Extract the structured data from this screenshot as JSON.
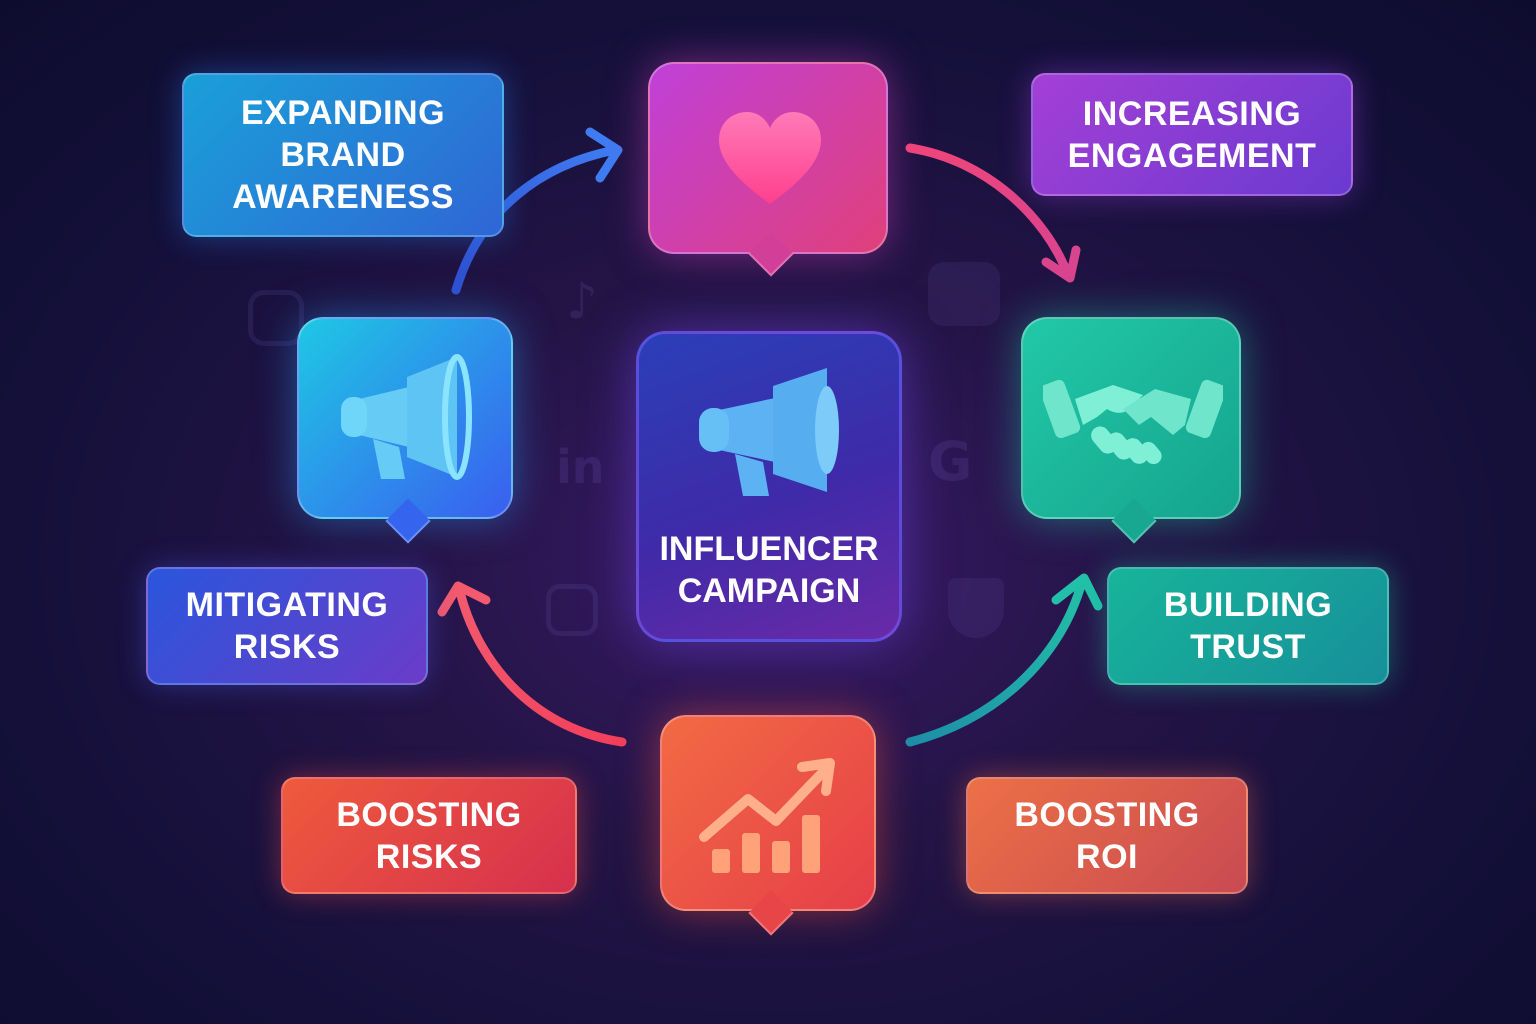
{
  "center": {
    "title_line1": "INFLUENCER",
    "title_line2": "CAMPAIGN",
    "icon": "megaphone-icon"
  },
  "labels": {
    "expanding": [
      "EXPANDING",
      "BRAND",
      "AWARENESS"
    ],
    "increasing": [
      "INCREASING",
      "ENGAGEMENT"
    ],
    "mitigating": [
      "MITIGATING",
      "RISKS"
    ],
    "building": [
      "BUILDING",
      "TRUST"
    ],
    "boosting_risks": [
      "BOOSTING",
      "RISKS"
    ],
    "boosting_roi": [
      "BOOSTING",
      "ROI"
    ]
  },
  "nodes": {
    "top": {
      "icon": "heart-icon",
      "color": "#c03cc8"
    },
    "left": {
      "icon": "megaphone-icon",
      "color": "#2f7cf0"
    },
    "right": {
      "icon": "handshake-icon",
      "color": "#19b39a"
    },
    "bottom": {
      "icon": "growth-chart-icon",
      "color": "#ef4d3a"
    }
  },
  "colors": {
    "background": "#14103a",
    "arrow_blue": "#3b6fe8",
    "arrow_pink": "#f0457a",
    "arrow_red": "#f23f5c",
    "arrow_teal": "#20b3a4"
  },
  "background_icons": [
    "instagram-icon",
    "tiktok-icon",
    "youtube-icon",
    "linkedin-icon",
    "google-icon",
    "shield-check-icon"
  ],
  "background_icon_glyphs": {
    "linkedin": "in",
    "google": "G"
  }
}
